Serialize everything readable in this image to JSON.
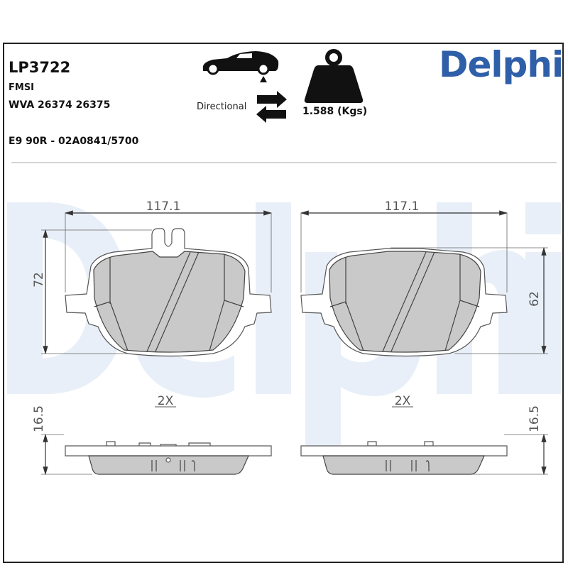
{
  "header": {
    "part_number": "LP3722",
    "fmsi_label": "FMSI",
    "wva": "WVA 26374 26375",
    "approval": "E9 90R - 02A0841/5700",
    "directional_label": "Directional",
    "weight": "1.588 (Kgs)",
    "brand_logo": "Delphi"
  },
  "icons": [
    "car-rear-axle-icon",
    "directional-arrows-icon",
    "weight-icon"
  ],
  "colors": {
    "brand": "#2f5fa9",
    "friction": "#c9c9c9",
    "watermark": "#e9eff8"
  },
  "drawings": {
    "left_pad": {
      "width_dim": "117.1",
      "height_dim": "72",
      "quantity": "2X",
      "thickness_dim": "16.5"
    },
    "right_pad": {
      "width_dim": "117.1",
      "height_dim": "62",
      "quantity": "2X",
      "thickness_dim": "16.5"
    }
  }
}
